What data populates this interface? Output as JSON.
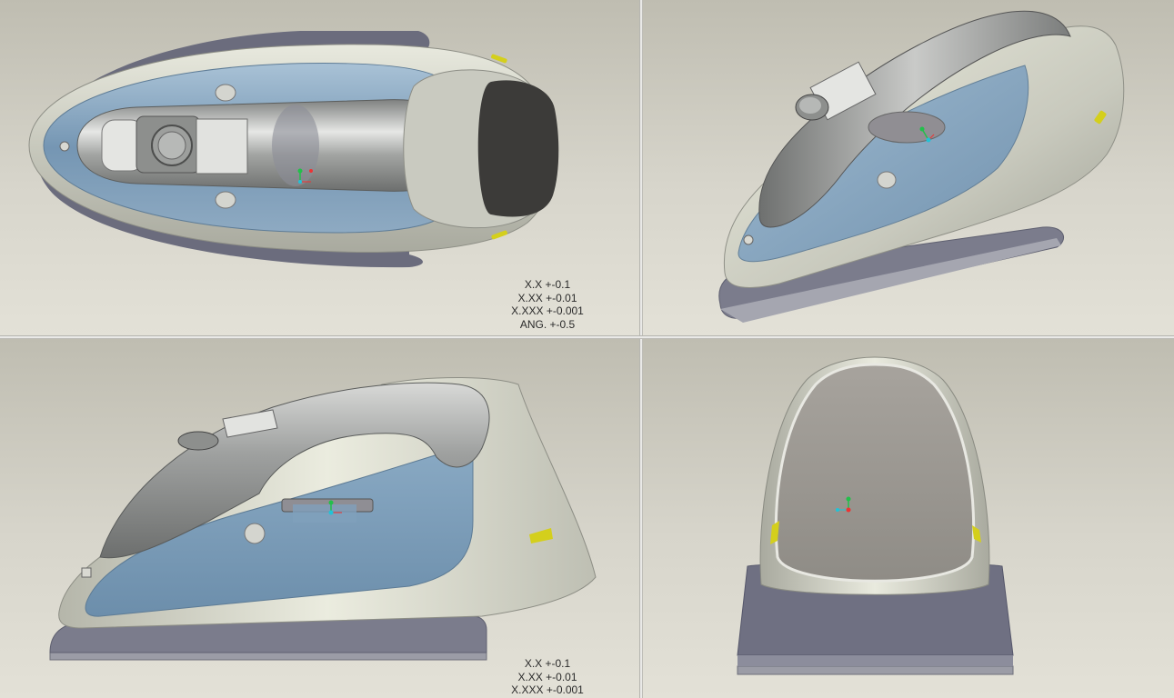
{
  "app": {
    "background_color": "#c9c7bb",
    "viewport_colors": {
      "top": "#bfbdb1",
      "bottom": "#e3e1d7"
    }
  },
  "model_colors": {
    "shell": "#cfd0c4",
    "blue_panel": "#7ea2c0",
    "soleplate": "#7b7c8c",
    "handle": "#a6a8a6",
    "indicator": "#d4cf1c"
  },
  "viewports": [
    {
      "name": "top-view",
      "tolerance_lines": [
        "X.X +-0.1",
        "X.XX +-0.01",
        "X.XXX +-0.001",
        "ANG. +-0.5"
      ]
    },
    {
      "name": "isometric-view",
      "tolerance_lines": []
    },
    {
      "name": "side-view",
      "tolerance_lines": [
        "X.X +-0.1",
        "X.XX +-0.01",
        "X.XXX +-0.001"
      ]
    },
    {
      "name": "front-view",
      "tolerance_lines": []
    }
  ],
  "triad_icon": "coordinate-triad-icon"
}
